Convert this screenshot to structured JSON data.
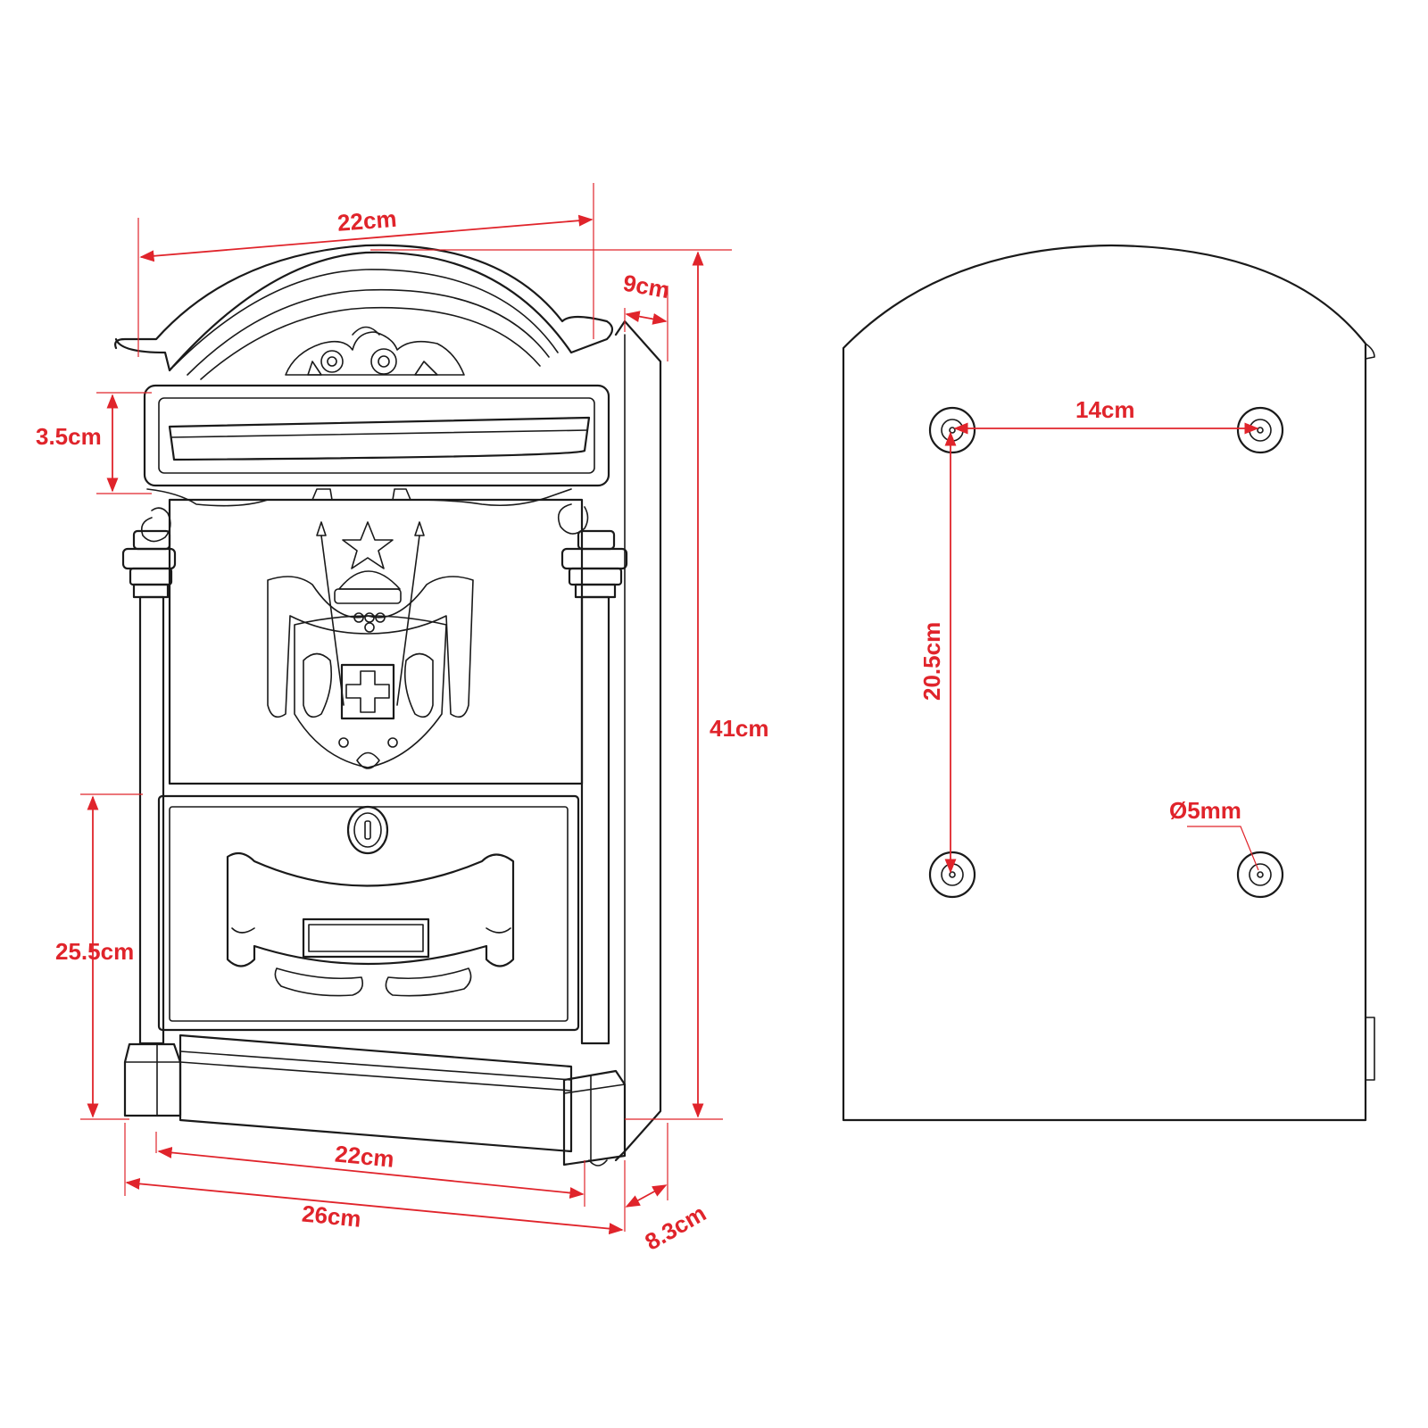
{
  "colors": {
    "dimension": "#e0242b",
    "line": "#1a1a1a",
    "background": "#ffffff"
  },
  "front_view": {
    "top_width": "22cm",
    "depth_top": "9cm",
    "slot_height": "3.5cm",
    "height": "41cm",
    "door_height": "25.5cm",
    "inner_width_bottom": "22cm",
    "overall_width_bottom": "26cm",
    "depth_bottom": "8.3cm"
  },
  "back_view": {
    "hole_spacing_horizontal": "14cm",
    "hole_spacing_vertical": "20.5cm",
    "hole_diameter": "Ø5mm"
  }
}
